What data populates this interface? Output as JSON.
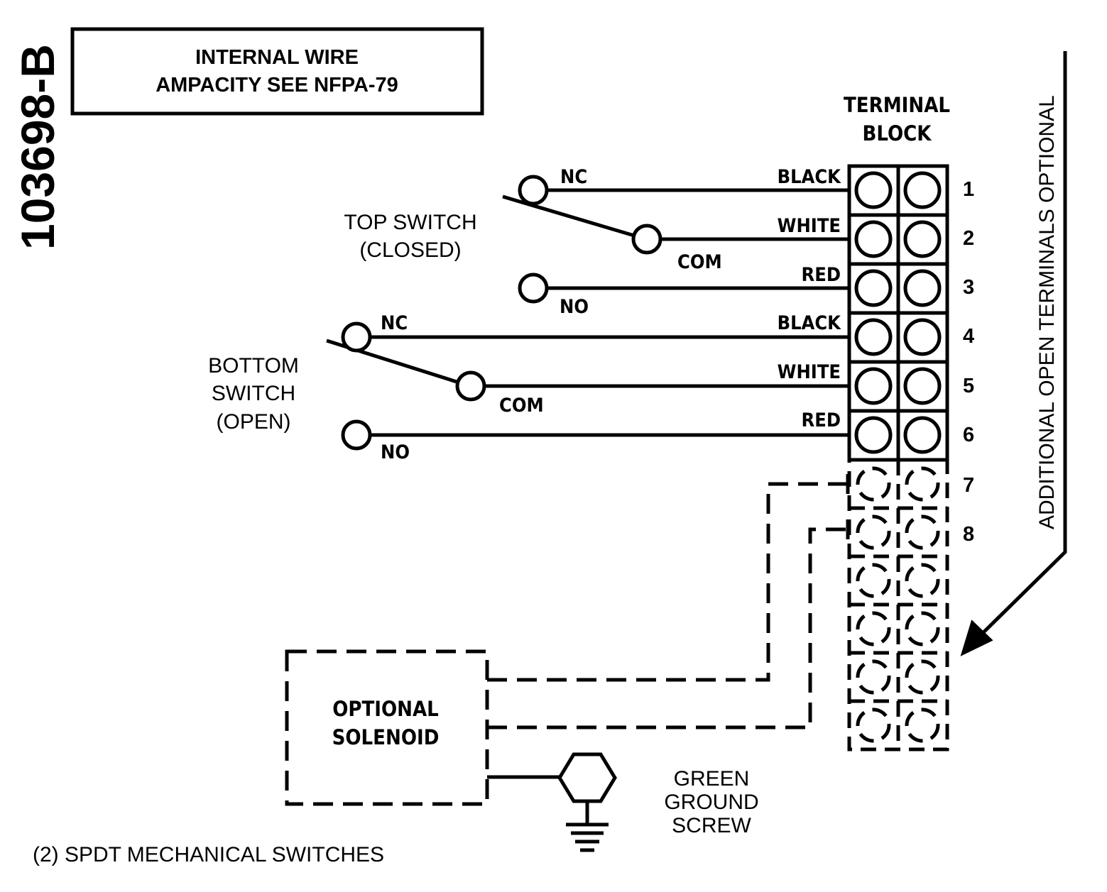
{
  "drawing_number": "103698-B",
  "note_box": {
    "line1": "INTERNAL WIRE",
    "line2": "AMPACITY SEE NFPA-79"
  },
  "terminal_block": {
    "title_line1": "TERMINAL",
    "title_line2": "BLOCK",
    "numbers": [
      "1",
      "2",
      "3",
      "4",
      "5",
      "6",
      "7",
      "8"
    ]
  },
  "wires": [
    {
      "color": "BLACK",
      "terminal": "1"
    },
    {
      "color": "WHITE",
      "terminal": "2"
    },
    {
      "color": "RED",
      "terminal": "3"
    },
    {
      "color": "BLACK",
      "terminal": "4"
    },
    {
      "color": "WHITE",
      "terminal": "5"
    },
    {
      "color": "RED",
      "terminal": "6"
    }
  ],
  "top_switch": {
    "label_line1": "TOP SWITCH",
    "label_line2": "(CLOSED)",
    "nc": "NC",
    "com": "COM",
    "no": "NO"
  },
  "bottom_switch": {
    "label_line1": "BOTTOM",
    "label_line2": "SWITCH",
    "label_line3": "(OPEN)",
    "nc": "NC",
    "com": "COM",
    "no": "NO"
  },
  "optional_terminals_note": "ADDITIONAL OPEN TERMINALS OPTIONAL",
  "solenoid": {
    "line1": "OPTIONAL",
    "line2": "SOLENOID"
  },
  "ground": {
    "line1": "GREEN",
    "line2": "GROUND",
    "line3": "SCREW"
  },
  "footer_note": "(2) SPDT MECHANICAL SWITCHES"
}
